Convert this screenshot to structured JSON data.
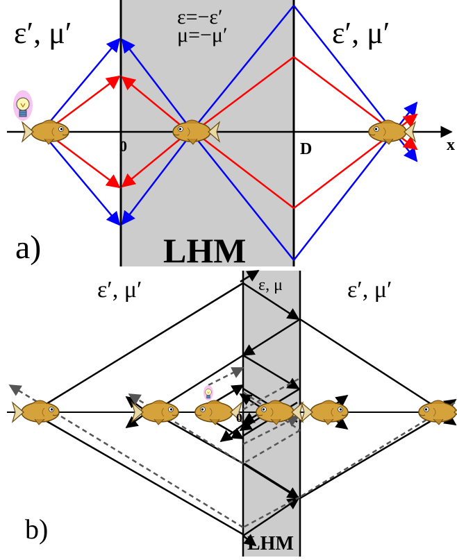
{
  "panel_a": {
    "label": "a)",
    "left_medium": "ε′, μ′",
    "right_medium": "ε′, μ′",
    "slab_eps": "ε=−ε′",
    "slab_mu": "μ=−μ′",
    "slab_name": "LHM",
    "origin_label": "0",
    "thickness_label": "D",
    "axis_label": "x",
    "colors": {
      "slab": "#cccccc",
      "ray_outer": "#0000ff",
      "ray_inner": "#ff0000",
      "axis": "#000000"
    }
  },
  "panel_b": {
    "label": "b)",
    "left_medium": "ε′, μ′",
    "right_medium": "ε′, μ′",
    "slab_medium": "ε, μ",
    "slab_name": "LHM",
    "origin_label": "0",
    "colors": {
      "slab": "#cccccc",
      "ray_solid": "#000000",
      "ray_dashed": "#555555"
    }
  },
  "icons": {
    "source": "lightbulb-icon",
    "image": "fish-icon"
  }
}
